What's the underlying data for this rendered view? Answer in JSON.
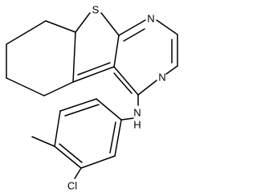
{
  "molecule": {
    "atoms": {
      "S": "S",
      "N_top": "N",
      "N_right": "N",
      "NH": "N",
      "H": "H",
      "Cl": "Cl"
    }
  }
}
